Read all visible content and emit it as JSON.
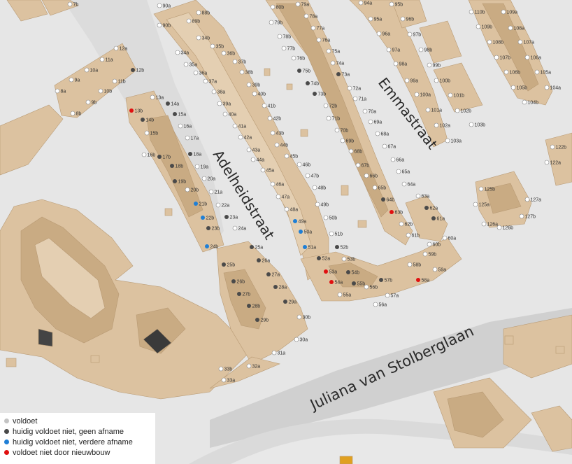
{
  "streets": {
    "adelheidstraat": "Adelheidstraat",
    "emmastraat": "Emmastraat",
    "juliana": "Juliana van Stolberglaan"
  },
  "legend": [
    {
      "key": "ok",
      "label": "voldoet",
      "color": "#c4c4c4"
    },
    {
      "key": "dark",
      "label": "huidig voldoet niet, geen afname",
      "color": "#4a4a4a"
    },
    {
      "key": "blue",
      "label": "huidig voldoet niet, verdere afname",
      "color": "#1f7fd6"
    },
    {
      "key": "red",
      "label": "voldoet niet door nieuwbouw",
      "color": "#e01010"
    }
  ],
  "colors": {
    "building": "#dcc2a0",
    "building_dark": "#c9ab83",
    "road": "#d2d2d2",
    "ground": "#e6e6e6"
  },
  "points": [
    {
      "label": "7b",
      "status": "ok"
    },
    {
      "label": "90a",
      "status": "ok"
    },
    {
      "label": "89b",
      "status": "ok"
    },
    {
      "label": "88b",
      "status": "ok"
    },
    {
      "label": "90b",
      "status": "ok"
    },
    {
      "label": "34b",
      "status": "ok"
    },
    {
      "label": "35b",
      "status": "ok"
    },
    {
      "label": "34a",
      "status": "ok"
    },
    {
      "label": "36b",
      "status": "ok"
    },
    {
      "label": "35a",
      "status": "ok"
    },
    {
      "label": "37b",
      "status": "ok"
    },
    {
      "label": "36a",
      "status": "ok"
    },
    {
      "label": "38b",
      "status": "ok"
    },
    {
      "label": "37a",
      "status": "ok"
    },
    {
      "label": "39b",
      "status": "ok"
    },
    {
      "label": "38a",
      "status": "ok"
    },
    {
      "label": "40b",
      "status": "ok"
    },
    {
      "label": "39a",
      "status": "ok"
    },
    {
      "label": "41b",
      "status": "ok"
    },
    {
      "label": "40a",
      "status": "ok"
    },
    {
      "label": "42b",
      "status": "ok"
    },
    {
      "label": "41a",
      "status": "ok"
    },
    {
      "label": "43b",
      "status": "ok"
    },
    {
      "label": "42a",
      "status": "ok"
    },
    {
      "label": "44b",
      "status": "ok"
    },
    {
      "label": "43a",
      "status": "ok"
    },
    {
      "label": "45b",
      "status": "ok"
    },
    {
      "label": "44a",
      "status": "ok"
    },
    {
      "label": "46b",
      "status": "ok"
    },
    {
      "label": "45a",
      "status": "ok"
    },
    {
      "label": "47b",
      "status": "ok"
    },
    {
      "label": "46a",
      "status": "ok"
    },
    {
      "label": "48b",
      "status": "ok"
    },
    {
      "label": "47a",
      "status": "ok"
    },
    {
      "label": "49b",
      "status": "ok"
    },
    {
      "label": "48a",
      "status": "ok"
    },
    {
      "label": "50b",
      "status": "ok"
    },
    {
      "label": "49a",
      "status": "blue"
    },
    {
      "label": "51b",
      "status": "ok"
    },
    {
      "label": "50a",
      "status": "blue"
    },
    {
      "label": "52b",
      "status": "dark"
    },
    {
      "label": "51a",
      "status": "blue"
    },
    {
      "label": "53b",
      "status": "ok"
    },
    {
      "label": "52a",
      "status": "dark"
    },
    {
      "label": "54b",
      "status": "dark"
    },
    {
      "label": "53a",
      "status": "red"
    },
    {
      "label": "55b",
      "status": "dark"
    },
    {
      "label": "54a",
      "status": "red"
    },
    {
      "label": "56b",
      "status": "ok"
    },
    {
      "label": "55a",
      "status": "ok"
    },
    {
      "label": "57b",
      "status": "dark"
    },
    {
      "label": "56a",
      "status": "ok"
    },
    {
      "label": "57a",
      "status": "ok"
    },
    {
      "label": "58b",
      "status": "ok"
    },
    {
      "label": "58a",
      "status": "red"
    },
    {
      "label": "59b",
      "status": "ok"
    },
    {
      "label": "59a",
      "status": "ok"
    },
    {
      "label": "60b",
      "status": "ok"
    },
    {
      "label": "60a",
      "status": "ok"
    },
    {
      "label": "61b",
      "status": "ok"
    },
    {
      "label": "61a",
      "status": "dark"
    },
    {
      "label": "62b",
      "status": "ok"
    },
    {
      "label": "62a",
      "status": "dark"
    },
    {
      "label": "63b",
      "status": "red"
    },
    {
      "label": "64b",
      "status": "dark"
    },
    {
      "label": "63a",
      "status": "ok"
    },
    {
      "label": "65b",
      "status": "ok"
    },
    {
      "label": "64a",
      "status": "ok"
    },
    {
      "label": "66b",
      "status": "ok"
    },
    {
      "label": "65a",
      "status": "ok"
    },
    {
      "label": "67b",
      "status": "ok"
    },
    {
      "label": "66a",
      "status": "ok"
    },
    {
      "label": "68b",
      "status": "ok"
    },
    {
      "label": "67a",
      "status": "ok"
    },
    {
      "label": "69b",
      "status": "ok"
    },
    {
      "label": "68a",
      "status": "ok"
    },
    {
      "label": "70b",
      "status": "ok"
    },
    {
      "label": "69a",
      "status": "ok"
    },
    {
      "label": "71b",
      "status": "ok"
    },
    {
      "label": "70a",
      "status": "ok"
    },
    {
      "label": "72b",
      "status": "ok"
    },
    {
      "label": "71a",
      "status": "ok"
    },
    {
      "label": "73b",
      "status": "dark"
    },
    {
      "label": "72a",
      "status": "ok"
    },
    {
      "label": "74b",
      "status": "dark"
    },
    {
      "label": "73a",
      "status": "dark"
    },
    {
      "label": "75b",
      "status": "dark"
    },
    {
      "label": "74a",
      "status": "ok"
    },
    {
      "label": "76b",
      "status": "ok"
    },
    {
      "label": "75a",
      "status": "ok"
    },
    {
      "label": "77b",
      "status": "ok"
    },
    {
      "label": "76a",
      "status": "ok"
    },
    {
      "label": "78b",
      "status": "ok"
    },
    {
      "label": "77a",
      "status": "ok"
    },
    {
      "label": "79b",
      "status": "ok"
    },
    {
      "label": "78a",
      "status": "ok"
    },
    {
      "label": "80b",
      "status": "ok"
    },
    {
      "label": "79a",
      "status": "ok"
    },
    {
      "label": "94a",
      "status": "ok"
    },
    {
      "label": "95b",
      "status": "ok"
    },
    {
      "label": "95a",
      "status": "ok"
    },
    {
      "label": "96b",
      "status": "ok"
    },
    {
      "label": "96a",
      "status": "ok"
    },
    {
      "label": "97b",
      "status": "ok"
    },
    {
      "label": "97a",
      "status": "ok"
    },
    {
      "label": "98b",
      "status": "ok"
    },
    {
      "label": "98a",
      "status": "ok"
    },
    {
      "label": "99b",
      "status": "ok"
    },
    {
      "label": "99a",
      "status": "ok"
    },
    {
      "label": "100b",
      "status": "ok"
    },
    {
      "label": "100a",
      "status": "ok"
    },
    {
      "label": "101b",
      "status": "ok"
    },
    {
      "label": "101a",
      "status": "ok"
    },
    {
      "label": "102b",
      "status": "ok"
    },
    {
      "label": "102a",
      "status": "ok"
    },
    {
      "label": "103b",
      "status": "ok"
    },
    {
      "label": "103a",
      "status": "ok"
    },
    {
      "label": "110b",
      "status": "ok"
    },
    {
      "label": "109a",
      "status": "ok"
    },
    {
      "label": "109b",
      "status": "ok"
    },
    {
      "label": "108a",
      "status": "ok"
    },
    {
      "label": "108b",
      "status": "ok"
    },
    {
      "label": "107a",
      "status": "ok"
    },
    {
      "label": "107b",
      "status": "ok"
    },
    {
      "label": "106a",
      "status": "ok"
    },
    {
      "label": "106b",
      "status": "ok"
    },
    {
      "label": "105a",
      "status": "ok"
    },
    {
      "label": "105b",
      "status": "ok"
    },
    {
      "label": "104a",
      "status": "ok"
    },
    {
      "label": "104b",
      "status": "ok"
    },
    {
      "label": "12a",
      "status": "ok"
    },
    {
      "label": "11a",
      "status": "ok"
    },
    {
      "label": "12b",
      "status": "dark"
    },
    {
      "label": "10a",
      "status": "ok"
    },
    {
      "label": "11b",
      "status": "ok"
    },
    {
      "label": "9a",
      "status": "ok"
    },
    {
      "label": "10b",
      "status": "ok"
    },
    {
      "label": "8a",
      "status": "ok"
    },
    {
      "label": "9b",
      "status": "ok"
    },
    {
      "label": "8b",
      "status": "ok"
    },
    {
      "label": "13a",
      "status": "ok"
    },
    {
      "label": "14a",
      "status": "dark"
    },
    {
      "label": "13b",
      "status": "red"
    },
    {
      "label": "15a",
      "status": "dark"
    },
    {
      "label": "14b",
      "status": "dark"
    },
    {
      "label": "16a",
      "status": "ok"
    },
    {
      "label": "15b",
      "status": "ok"
    },
    {
      "label": "17a",
      "status": "ok"
    },
    {
      "label": "16b",
      "status": "ok"
    },
    {
      "label": "17b",
      "status": "dark"
    },
    {
      "label": "18a",
      "status": "dark"
    },
    {
      "label": "18b",
      "status": "dark"
    },
    {
      "label": "19a",
      "status": "ok"
    },
    {
      "label": "19b",
      "status": "dark"
    },
    {
      "label": "20a",
      "status": "ok"
    },
    {
      "label": "20b",
      "status": "ok"
    },
    {
      "label": "21a",
      "status": "ok"
    },
    {
      "label": "21b",
      "status": "blue"
    },
    {
      "label": "22a",
      "status": "ok"
    },
    {
      "label": "22b",
      "status": "blue"
    },
    {
      "label": "23a",
      "status": "dark"
    },
    {
      "label": "23b",
      "status": "dark"
    },
    {
      "label": "24a",
      "status": "ok"
    },
    {
      "label": "24b",
      "status": "blue"
    },
    {
      "label": "25a",
      "status": "dark"
    },
    {
      "label": "26a",
      "status": "dark"
    },
    {
      "label": "25b",
      "status": "dark"
    },
    {
      "label": "27a",
      "status": "dark"
    },
    {
      "label": "26b",
      "status": "dark"
    },
    {
      "label": "28a",
      "status": "dark"
    },
    {
      "label": "27b",
      "status": "dark"
    },
    {
      "label": "29a",
      "status": "dark"
    },
    {
      "label": "28b",
      "status": "dark"
    },
    {
      "label": "29b",
      "status": "dark"
    },
    {
      "label": "30b",
      "status": "ok"
    },
    {
      "label": "30a",
      "status": "ok"
    },
    {
      "label": "31a",
      "status": "ok"
    },
    {
      "label": "32a",
      "status": "ok"
    },
    {
      "label": "33b",
      "status": "ok"
    },
    {
      "label": "33a",
      "status": "ok"
    },
    {
      "label": "125b",
      "status": "ok"
    },
    {
      "label": "125a",
      "status": "ok"
    },
    {
      "label": "127a",
      "status": "ok"
    },
    {
      "label": "127b",
      "status": "ok"
    },
    {
      "label": "126a",
      "status": "ok"
    },
    {
      "label": "126b",
      "status": "ok"
    },
    {
      "label": "122b",
      "status": "ok"
    },
    {
      "label": "122a",
      "status": "ok"
    }
  ]
}
